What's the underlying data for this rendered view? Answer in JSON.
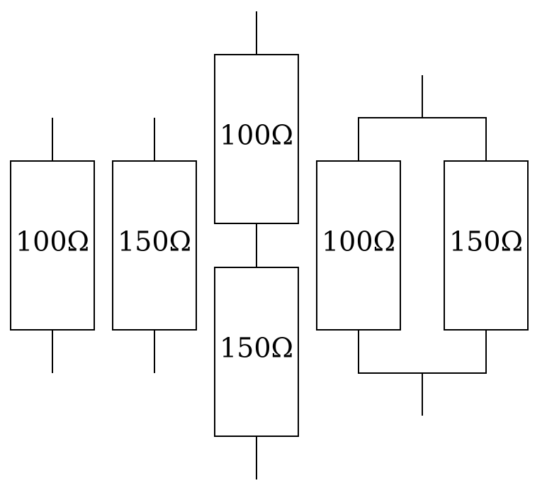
{
  "diagram": {
    "resistors": {
      "single_100": {
        "label": "100Ω"
      },
      "single_150": {
        "label": "150Ω"
      },
      "series_top": {
        "label": "100Ω"
      },
      "series_bottom": {
        "label": "150Ω"
      },
      "parallel_left": {
        "label": "100Ω"
      },
      "parallel_right": {
        "label": "150Ω"
      }
    },
    "colors": {
      "stroke": "#000000",
      "background": "#ffffff"
    }
  }
}
